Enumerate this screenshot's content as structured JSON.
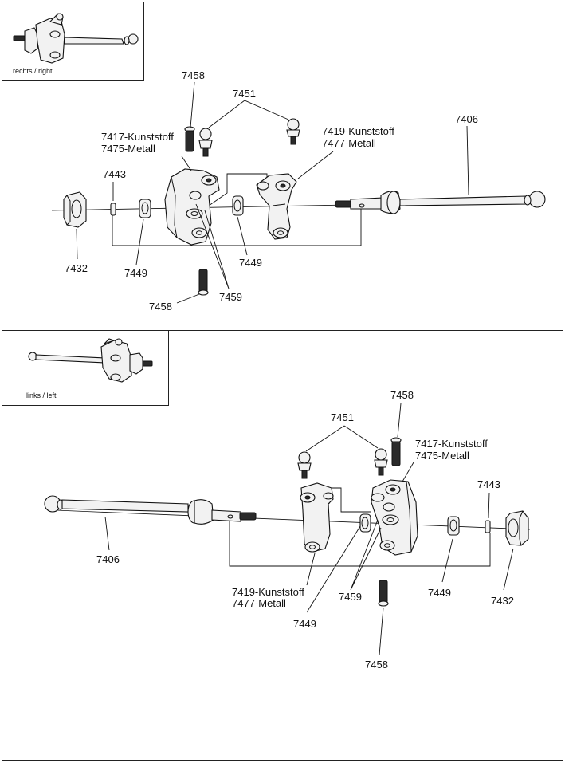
{
  "panels": {
    "right": {
      "inset_caption": "rechts / right"
    },
    "left": {
      "inset_caption": "links / left"
    }
  },
  "labels": {
    "screw": "7458",
    "ball_stud": "7451",
    "hub_carrier": [
      "7417-Kunststoff",
      "7475-Metall"
    ],
    "steering_knuckle": [
      "7419-Kunststoff",
      "7477-Metall"
    ],
    "axle": "7406",
    "pin": "7443",
    "wheel_nut": "7432",
    "bearing": "7449",
    "bushing": "7459"
  }
}
